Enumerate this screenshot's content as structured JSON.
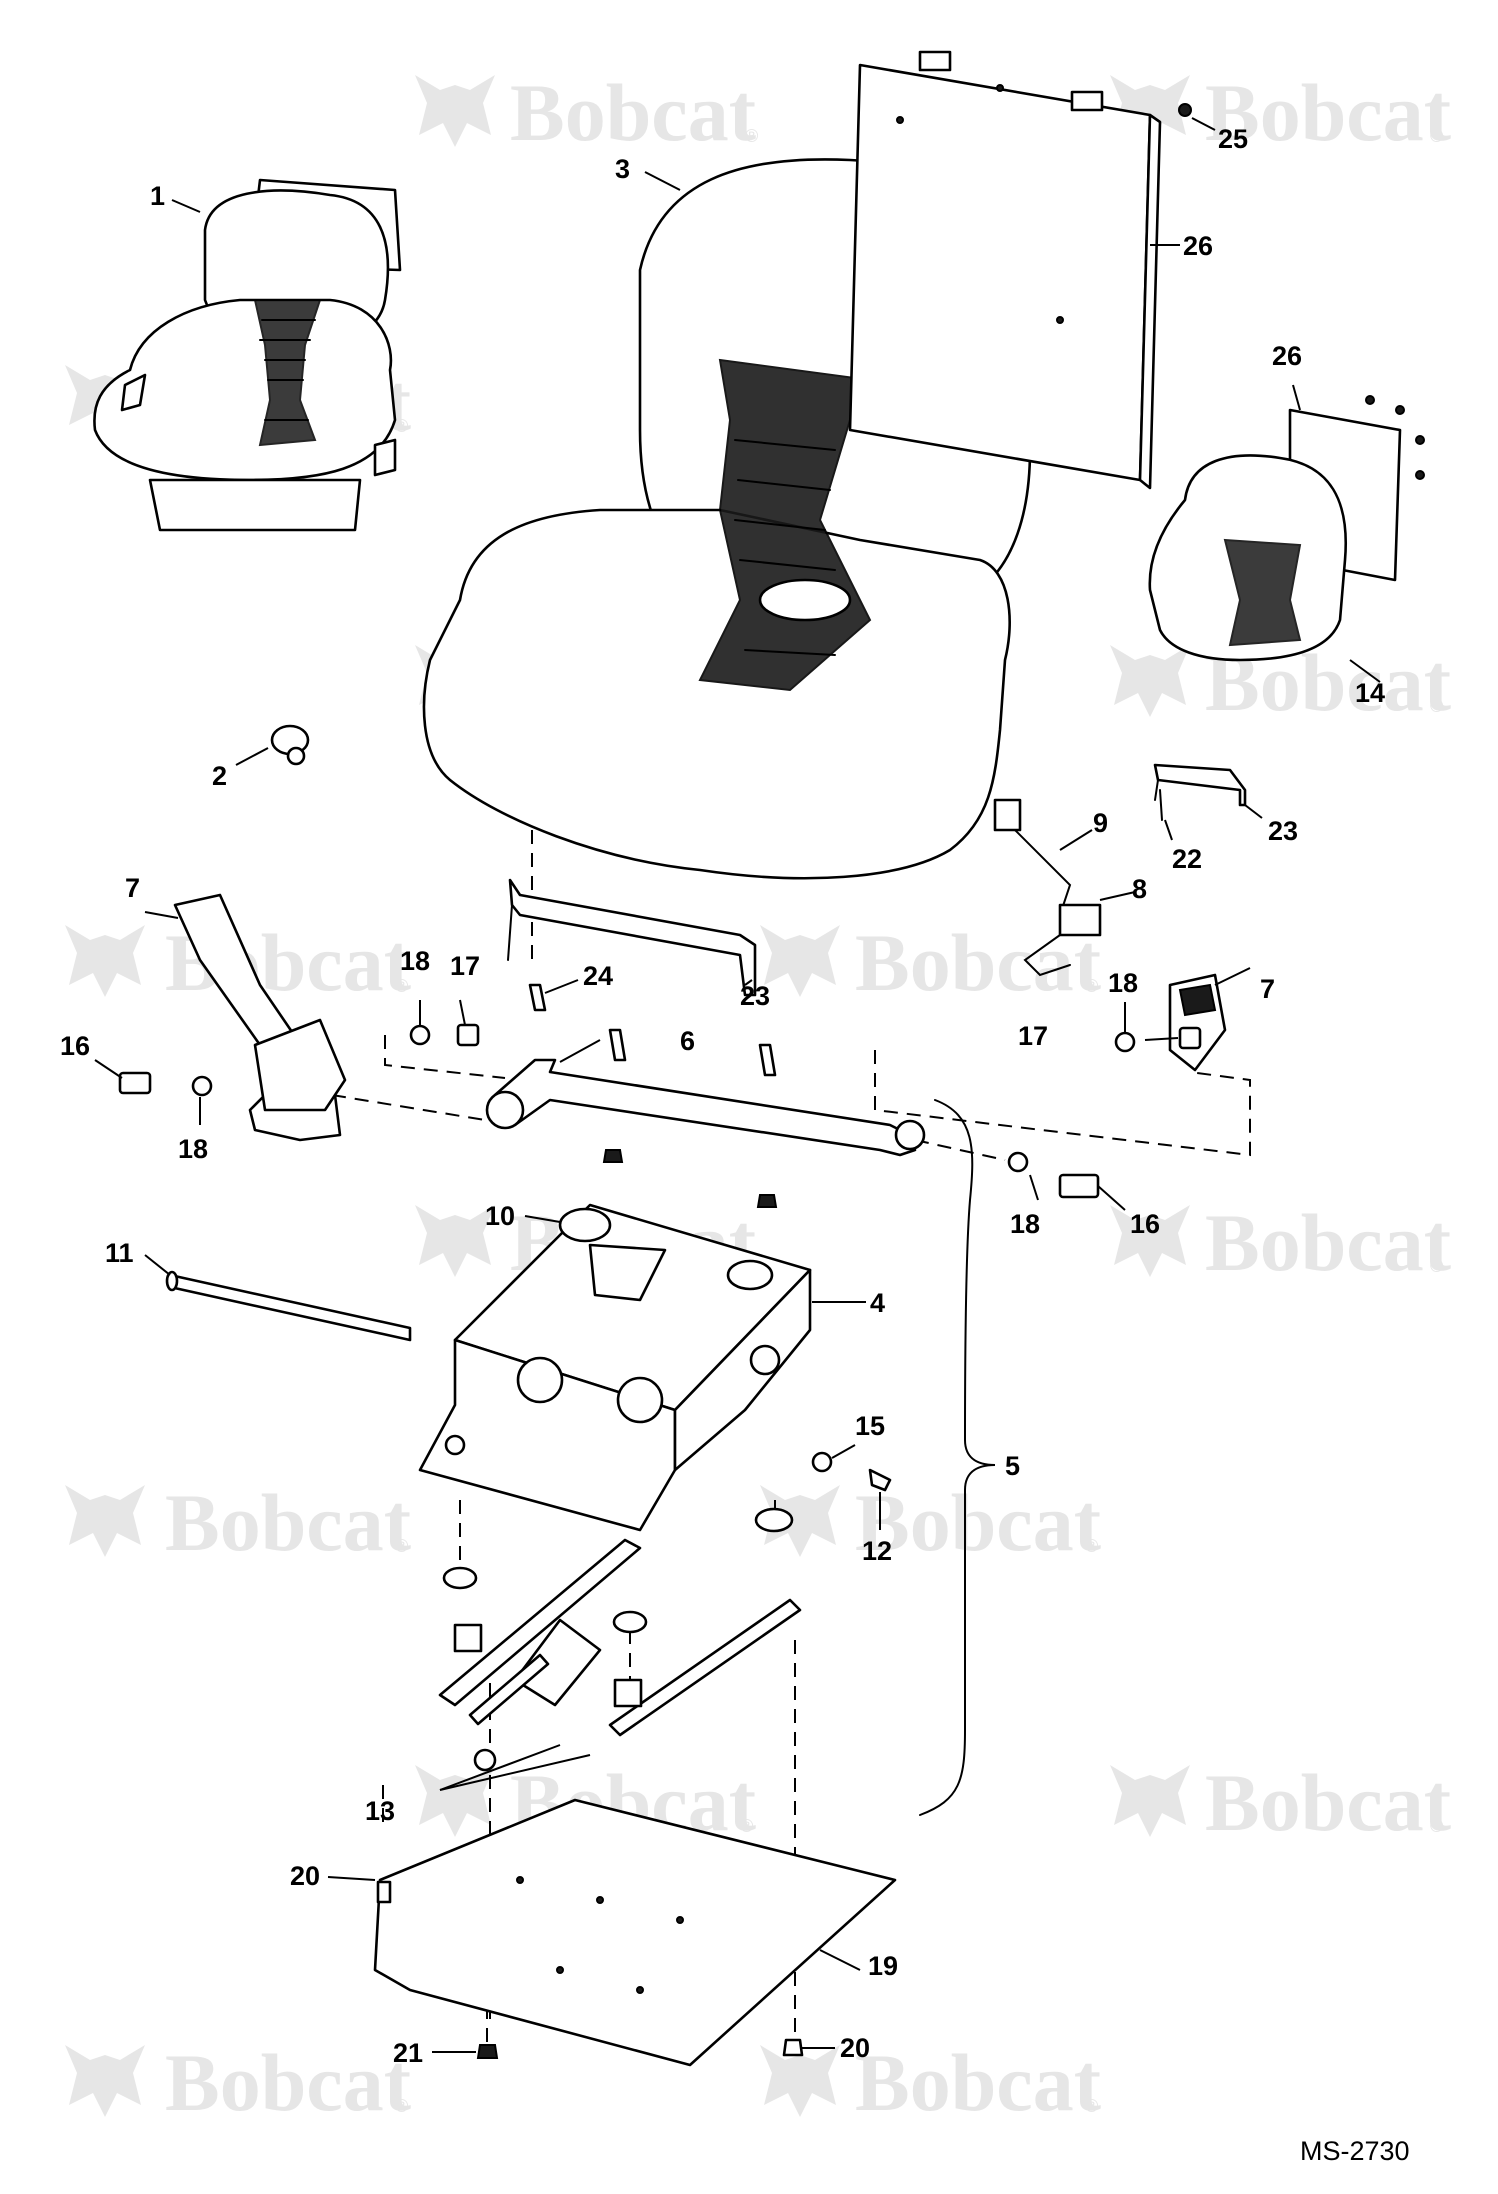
{
  "figure_id": "MS-2730",
  "watermark": {
    "brand": "Bobcat",
    "registered_mark": "®"
  },
  "callouts": {
    "c1": "1",
    "c2": "2",
    "c3": "3",
    "c4": "4",
    "c5": "5",
    "c6": "6",
    "c7a": "7",
    "c7b": "7",
    "c8": "8",
    "c9": "9",
    "c10": "10",
    "c11": "11",
    "c12": "12",
    "c13": "13",
    "c14": "14",
    "c15": "15",
    "c16a": "16",
    "c16b": "16",
    "c17a": "17",
    "c17b": "17",
    "c18a": "18",
    "c18b": "18",
    "c18c": "18",
    "c18d": "18",
    "c19": "19",
    "c20a": "20",
    "c20b": "20",
    "c21": "21",
    "c22": "22",
    "c23a": "23",
    "c23b": "23",
    "c24": "24",
    "c25": "25",
    "c26a": "26",
    "c26b": "26"
  },
  "icons": {
    "watermark_logo": "bobcat-head-icon",
    "parts": [
      "seat-icon",
      "seat-back-panel-icon",
      "seat-belt-icon",
      "switch-harness-icon",
      "suspension-icon",
      "slide-rail-icon",
      "mount-plate-icon",
      "bracket-icon",
      "fastener-icon"
    ]
  },
  "colors": {
    "line": "#000000",
    "watermark": "#e6e6e6",
    "background": "#ffffff"
  }
}
